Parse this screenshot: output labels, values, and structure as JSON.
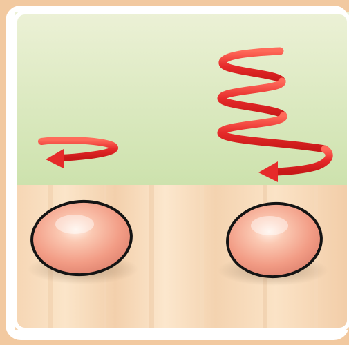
{
  "scene": {
    "kind": "illustration",
    "panels": [
      "background-wall",
      "wooden-table"
    ],
    "objects": [
      {
        "name": "egg-left",
        "spin": "small",
        "arrow_coils": 1
      },
      {
        "name": "egg-right",
        "spin": "large",
        "arrow_coils": 4
      }
    ]
  },
  "colors": {
    "wall_top": "#e8efcf",
    "wall_bottom": "#cfe3b0",
    "outer_band": "#f2c9a0",
    "table_light": "#fae0c1",
    "table_dark": "#f0c9a0",
    "egg_fill": "#f7b39b",
    "egg_outline": "#141414",
    "arrow": "#e62a2a",
    "frame": "#ffffff"
  }
}
